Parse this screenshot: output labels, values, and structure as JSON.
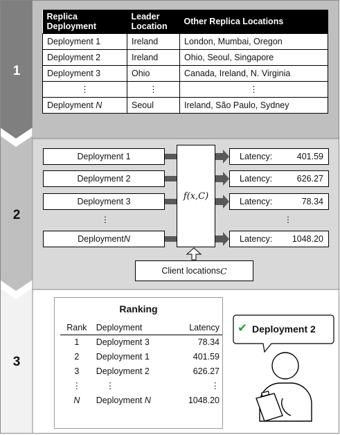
{
  "steps": [
    "1",
    "2",
    "3"
  ],
  "table": {
    "headers": [
      "Replica Deployment",
      "Leader Location",
      "Other Replica Locations"
    ],
    "rows": [
      [
        "Deployment 1",
        "Ireland",
        "London, Mumbai, Oregon"
      ],
      [
        "Deployment 2",
        "Ireland",
        "Ohio, Seoul, Singapore"
      ],
      [
        "Deployment 3",
        "Ohio",
        "Canada, Ireland, N. Virginia"
      ],
      [
        "⋮",
        "⋮",
        "⋮"
      ],
      [
        "Deployment N",
        "Seoul",
        "Ireland, São Paulo, Sydney"
      ]
    ]
  },
  "model": {
    "inputs": [
      "Deployment 1",
      "Deployment 2",
      "Deployment 3",
      "⋮",
      "Deployment N"
    ],
    "function_label": "f(x,C)",
    "client_label": "Client locations C",
    "latency_label": "Latency:",
    "latencies": [
      "401.59",
      "626.27",
      "78.34",
      "⋮",
      "1048.20"
    ]
  },
  "ranking": {
    "title": "Ranking",
    "headers": [
      "Rank",
      "Deployment",
      "Latency"
    ],
    "rows": [
      [
        "1",
        "Deployment 3",
        "78.34"
      ],
      [
        "2",
        "Deployment 1",
        "401.59"
      ],
      [
        "3",
        "Deployment 2",
        "626.27"
      ],
      [
        "⋮",
        "⋮",
        "⋮"
      ],
      [
        "N",
        "Deployment N",
        "1048.20"
      ]
    ]
  },
  "choice": {
    "check": "✔",
    "label": "Deployment 2"
  },
  "colors": {
    "band1_left": "#7f7f7f",
    "band1_right": "#bfbfbf",
    "band2_left": "#bfbfbf",
    "band2_right": "#d9d9d9",
    "band3_left": "#f2f2f2",
    "check": "#2e9e2e"
  }
}
